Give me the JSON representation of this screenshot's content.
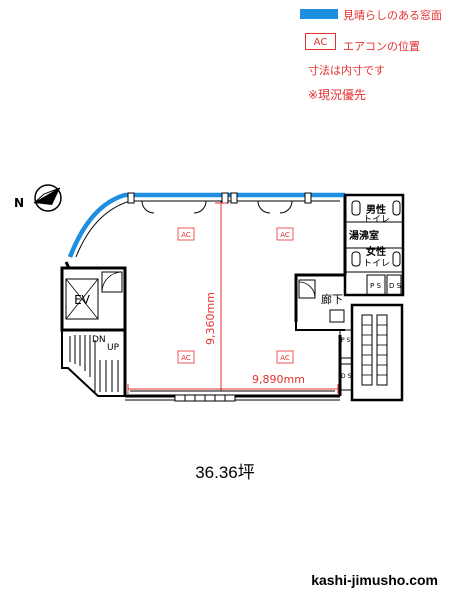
{
  "legend": {
    "view_window": "見晴らしのある窓面",
    "ac_box": "AC",
    "ac_label": "エアコンの位置",
    "dimensions_note": "寸法は内寸です",
    "current_priority": "※現況優先"
  },
  "plan": {
    "north": "N",
    "ac": "AC",
    "ev": "EV",
    "dn": "DN",
    "up": "UP",
    "mens_toilet": [
      "男性",
      "トイレ"
    ],
    "kitchenette": "湯沸室",
    "womens_toilet": [
      "女性",
      "トイレ"
    ],
    "corridor": "廊下",
    "ps": "P S",
    "ds": "D S",
    "dim_vertical": "9,360mm",
    "dim_horizontal": "9,890mm"
  },
  "area": "36.36坪",
  "site": "kashi-jimusho.com",
  "colors": {
    "window": "#1e8fe0",
    "annotation": "#e53030",
    "wall": "#000000"
  }
}
